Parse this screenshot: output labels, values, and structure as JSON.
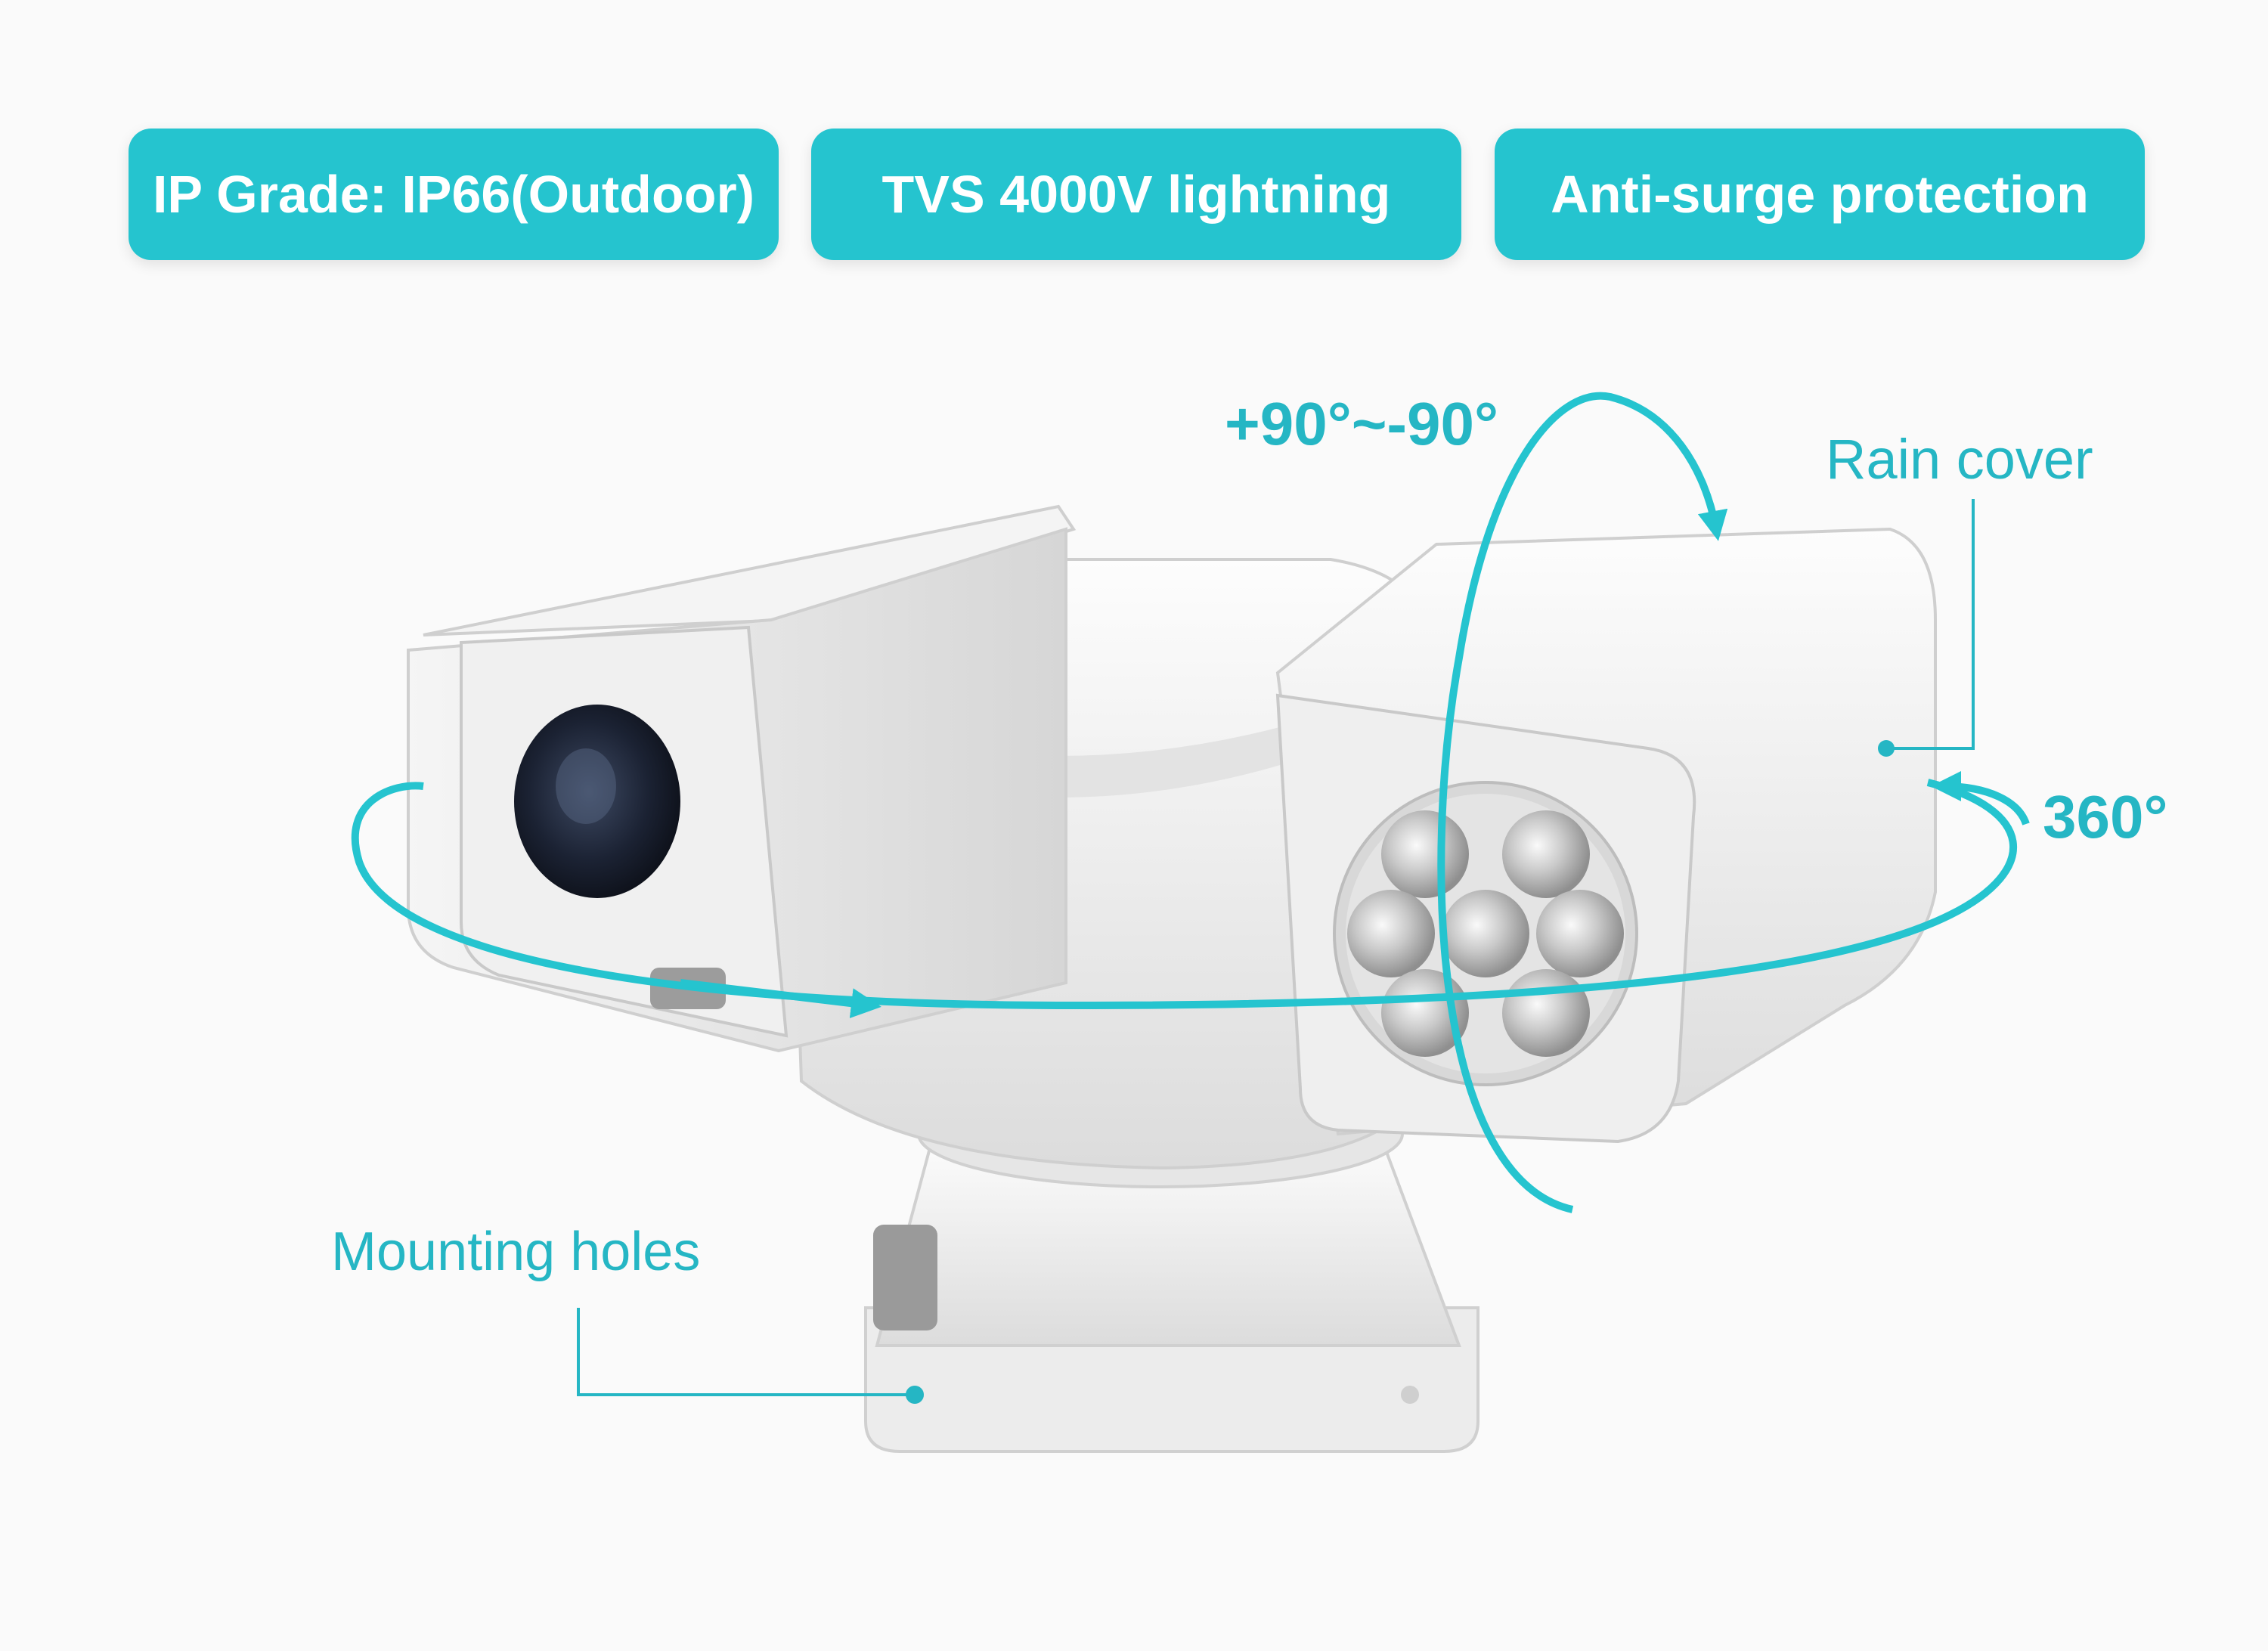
{
  "badges": [
    "IP Grade: IP66(Outdoor)",
    "TVS 4000V lightning",
    "Anti-surge protection"
  ],
  "labels": {
    "tilt_range": "+90°~-90°",
    "rain_cover": "Rain cover",
    "pan_range": "360°",
    "mounting_holes": "Mounting holes"
  },
  "colors": {
    "accent": "#25c4cf",
    "background": "#fafafa",
    "housing": "#eeeeee"
  }
}
